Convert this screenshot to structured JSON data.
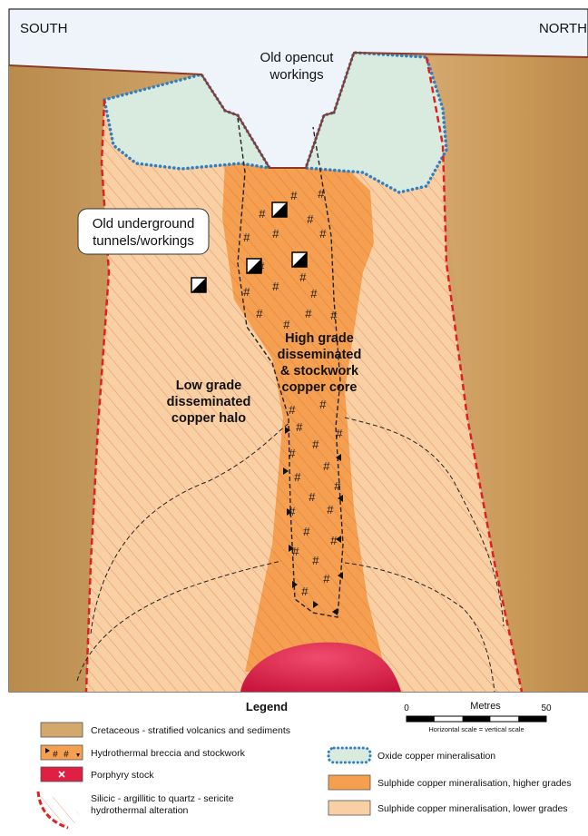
{
  "section": {
    "left_label": "SOUTH",
    "right_label": "NORTH",
    "opencut_label": [
      "Old opencut",
      "workings"
    ],
    "tunnels_label": [
      "Old underground",
      "tunnels/workings"
    ],
    "high_grade_label": [
      "High grade",
      "disseminated",
      "& stockwork",
      "copper core"
    ],
    "low_grade_label": [
      "Low grade",
      "disseminated",
      "copper halo"
    ],
    "breccia_symbol": "#"
  },
  "legend": {
    "title": "Legend",
    "items": [
      {
        "key": "cretaceous",
        "label": "Cretaceous - stratified volcanics and sediments"
      },
      {
        "key": "breccia",
        "label": "Hydrothermal  breccia and stockwork"
      },
      {
        "key": "porphyry",
        "label": "Porphyry stock"
      },
      {
        "key": "alteration",
        "label": [
          "Silicic - argillitic to quartz - sericite",
          "hydrothermal alteration"
        ]
      },
      {
        "key": "oxide",
        "label": "Oxide copper mineralisation"
      },
      {
        "key": "sulphide_high",
        "label": "Sulphide copper mineralisation, higher grades"
      },
      {
        "key": "sulphide_low",
        "label": "Sulphide copper mineralisation, lower grades"
      }
    ],
    "scale": {
      "start": "0",
      "end": "50",
      "unit": "Metres",
      "note": "Horizontal scale = vertical scale"
    }
  },
  "colors": {
    "sky": "#eef4f9",
    "cretaceous": "#d2a86d",
    "sulphide_low": "#f9cfa4",
    "sulphide_high": "#f5a050",
    "oxide": "#d9eadf",
    "porphyry": "#e01f45",
    "alteration_line": "#e02020",
    "oxide_border": "#2f7fc1",
    "terrain_line": "#8b3a2a"
  },
  "icons": [
    "tunnel-icon",
    "breccia-symbol",
    "porphyry-x-icon",
    "scale-bar"
  ]
}
